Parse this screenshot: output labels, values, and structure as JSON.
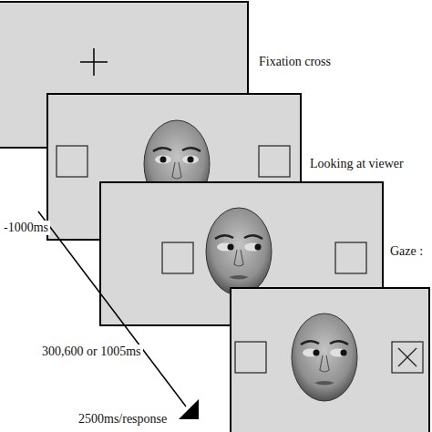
{
  "diagram": {
    "labels": [
      "Fixation cross",
      "Looking at viewer",
      "Gaze :",
      "-1000ms",
      "300,600 or 1005ms",
      "2500ms/response"
    ]
  }
}
